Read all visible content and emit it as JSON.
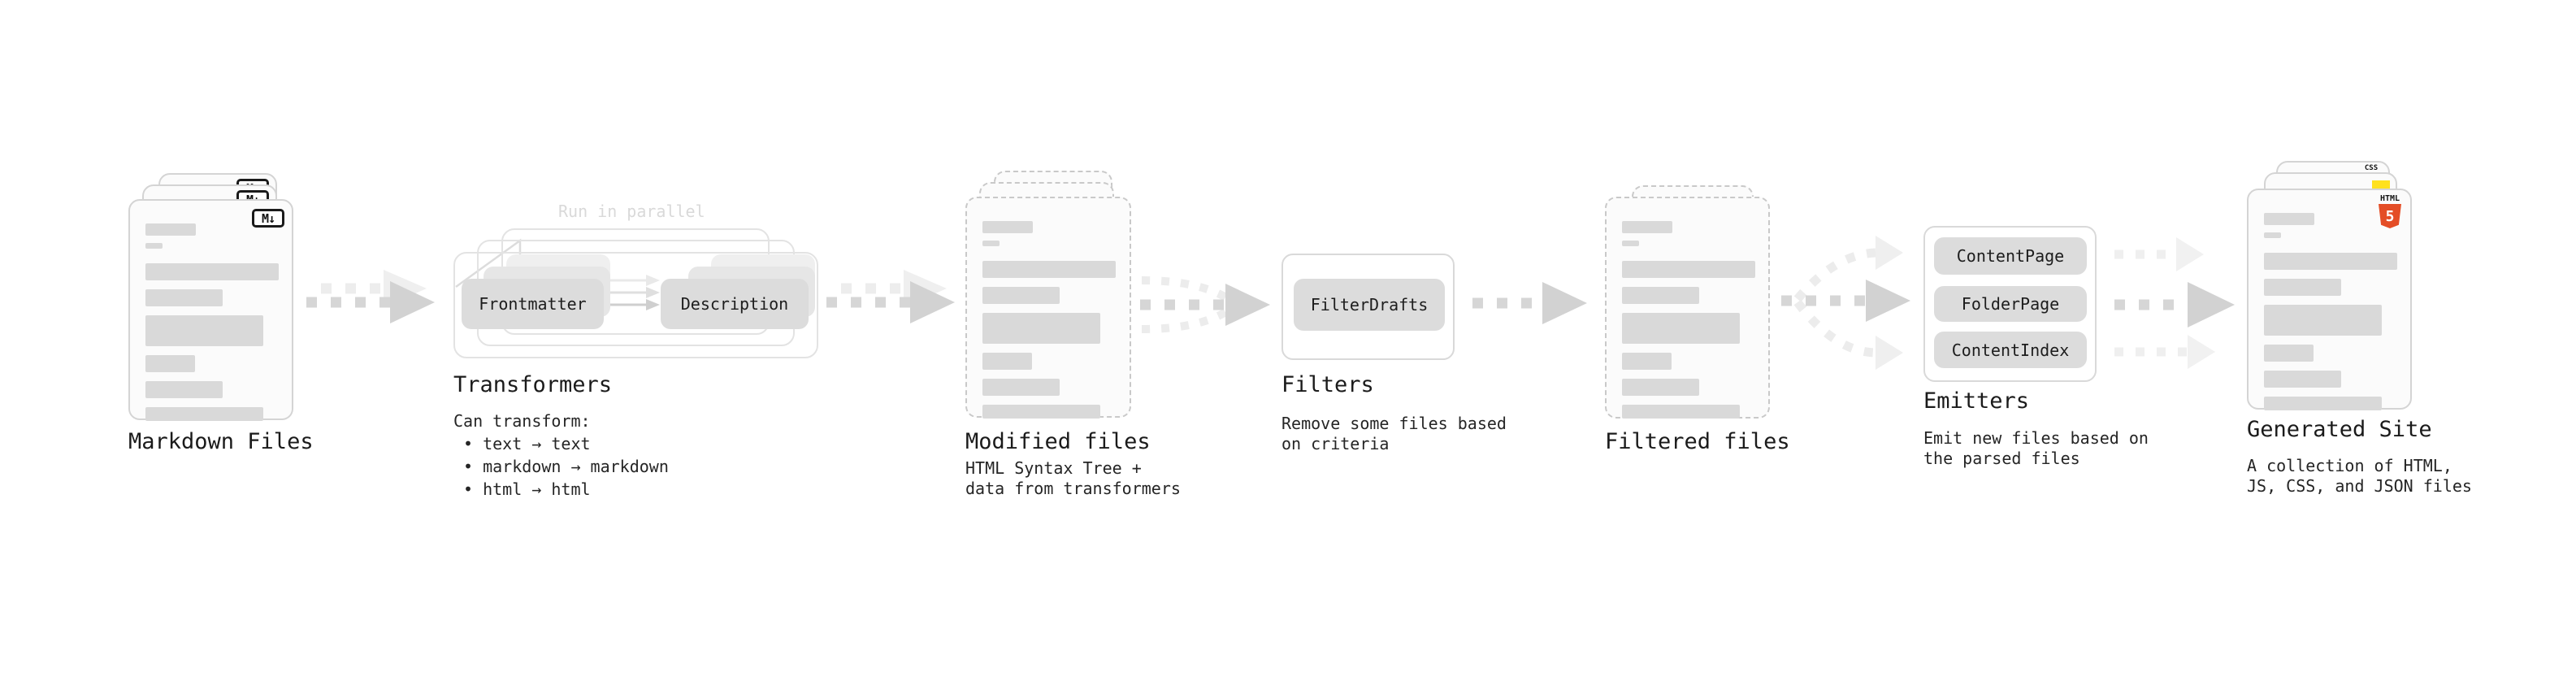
{
  "stages": {
    "markdown_files": {
      "title": "Markdown Files",
      "badge_label": "M↓"
    },
    "transformers": {
      "title": "Transformers",
      "annotation": "Run in parallel",
      "input_pill": "Frontmatter",
      "output_pill": "Description",
      "note_heading": "Can transform:",
      "bullets": [
        "text → text",
        "markdown → markdown",
        "html → html"
      ]
    },
    "modified_files": {
      "title": "Modified files",
      "subtitle": "HTML Syntax Tree +\ndata from transformers"
    },
    "filters": {
      "title": "Filters",
      "pill": "FilterDrafts",
      "subtitle": "Remove some files based\non criteria"
    },
    "filtered_files": {
      "title": "Filtered files"
    },
    "emitters": {
      "title": "Emitters",
      "pills": [
        "ContentPage",
        "FolderPage",
        "ContentIndex"
      ],
      "subtitle": "Emit new files based on\nthe parsed files"
    },
    "generated_site": {
      "title": "Generated Site",
      "subtitle": "A collection of HTML,\nJS, CSS, and JSON files",
      "css_badge": "CSS",
      "html_badge_text": "HTML",
      "html_badge_number": "5"
    }
  },
  "colors": {
    "html5_orange": "#e44d26",
    "js_yellow": "#ffe11e",
    "css_blue": "#2f6bf2",
    "bar_gray": "#d9d9d9",
    "arrow_gray": "#d2d2d2",
    "arrow_light": "#ededed"
  }
}
